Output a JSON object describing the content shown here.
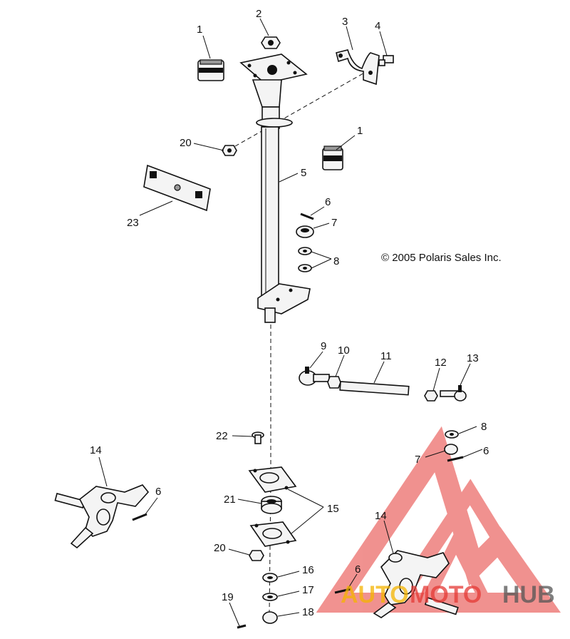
{
  "copyright": "© 2005 Polaris Sales Inc.",
  "watermark": {
    "brand_auto": "AUTO",
    "brand_moto": "MOTO",
    "brand_hub": "HUB",
    "color_logo": "#e53935",
    "color_auto": "#f5b400",
    "color_hub": "#555555"
  },
  "callouts": {
    "c1a": "1",
    "c1b": "1",
    "c2": "2",
    "c3": "3",
    "c4": "4",
    "c5": "5",
    "c6a": "6",
    "c6b": "6",
    "c6c": "6",
    "c6d": "6",
    "c7a": "7",
    "c7b": "7",
    "c8a": "8",
    "c8b": "8",
    "c9": "9",
    "c10": "10",
    "c11": "11",
    "c12": "12",
    "c13": "13",
    "c14a": "14",
    "c14b": "14",
    "c15": "15",
    "c16": "16",
    "c17": "17",
    "c18": "18",
    "c19": "19",
    "c20a": "20",
    "c20b": "20",
    "c21": "21",
    "c22": "22",
    "c23": "23"
  }
}
